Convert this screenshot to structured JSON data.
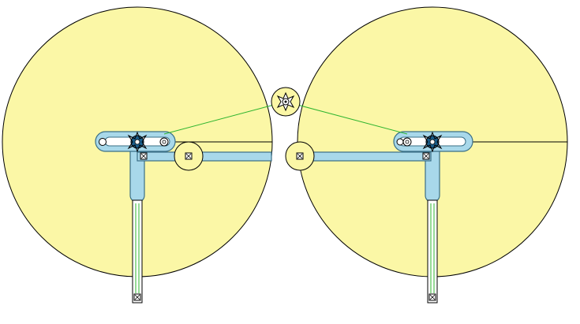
{
  "colors": {
    "background": "#ffffff",
    "disc_fill": "#fbf7a6",
    "outline": "#000000",
    "link_fill": "#a8d8ea",
    "link_stroke": "#3a6f86",
    "connector": "#2fb52f",
    "pin_fill": "#ffffff",
    "motor_fill": "#1b5e8a"
  },
  "icons": {
    "disc": "disc-wheel",
    "slot_link": "slotted-link",
    "crank_arm": "crank-arm",
    "pivot": "pivot-pin",
    "motor": "motor-gear",
    "drive_gear": "central-drive-gear",
    "fixed_anchor": "fixed-anchor"
  }
}
